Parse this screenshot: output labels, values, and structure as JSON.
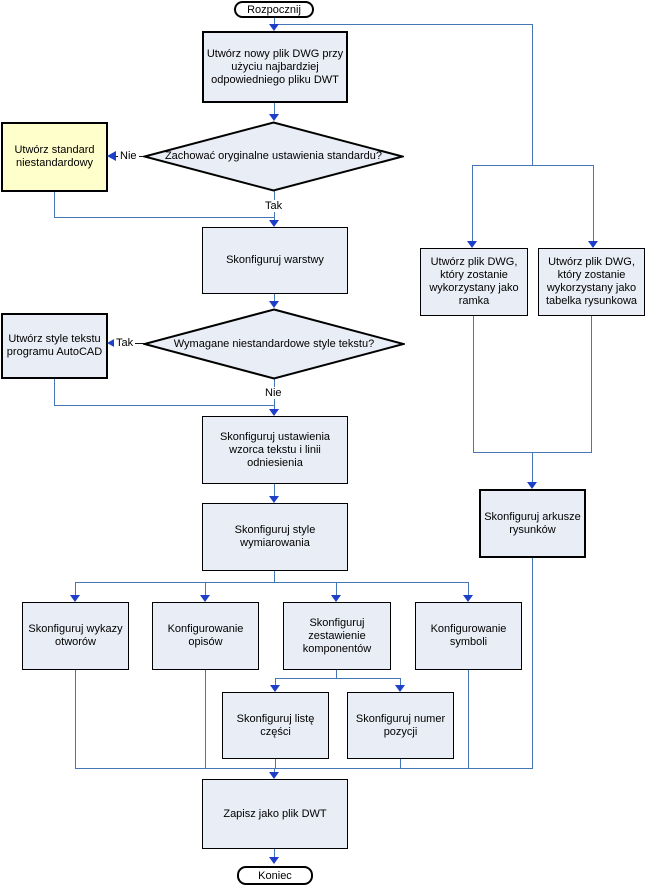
{
  "diagram": {
    "language": "pl",
    "type": "flowchart",
    "colors": {
      "process_fill": "#e9edf5",
      "highlight_fill": "#ffffcc",
      "terminator_fill": "#ffffff",
      "border": "#000000",
      "connector_line": "#4577b6",
      "arrowhead": "#1e3fc8"
    },
    "nodes": {
      "start": {
        "type": "terminator",
        "label": "Rozpocznij"
      },
      "create_dwg": {
        "type": "process",
        "label": "Utwórz nowy plik DWG przy użyciu najbardziej odpowiedniego pliku DWT"
      },
      "decision_standard": {
        "type": "decision",
        "label": "Zachować oryginalne ustawienia standardu?"
      },
      "custom_standard": {
        "type": "process",
        "label": "Utwórz standard niestandardowy"
      },
      "configure_layers": {
        "type": "process",
        "label": "Skonfiguruj warstwy"
      },
      "dwg_frame": {
        "type": "process",
        "label": "Utwórz plik DWG, który zostanie wykorzystany jako ramka"
      },
      "dwg_titleblock": {
        "type": "process",
        "label": "Utwórz plik DWG, który zostanie wykorzystany jako tabelka rysunkowa"
      },
      "decision_text_styles": {
        "type": "decision",
        "label": "Wymagane niestandardowe style tekstu?"
      },
      "autocad_text_styles": {
        "type": "process",
        "label": "Utwórz style tekstu programu AutoCAD"
      },
      "text_leader_settings": {
        "type": "process",
        "label": "Skonfiguruj ustawienia wzorca tekstu i linii odniesienia"
      },
      "dimension_styles": {
        "type": "process",
        "label": "Skonfiguruj style wymiarowania"
      },
      "drawing_sheets": {
        "type": "process",
        "label": "Skonfiguruj arkusze rysunków"
      },
      "hole_tables": {
        "type": "process",
        "label": "Skonfiguruj wykazy otworów"
      },
      "annotations": {
        "type": "process",
        "label": "Konfigurowanie opisów"
      },
      "component_list": {
        "type": "process",
        "label": "Skonfiguruj zestawienie komponentów"
      },
      "symbols": {
        "type": "process",
        "label": "Konfigurowanie symboli"
      },
      "parts_list": {
        "type": "process",
        "label": "Skonfiguruj listę części"
      },
      "item_number": {
        "type": "process",
        "label": "Skonfiguruj numer pozycji"
      },
      "save_dwt": {
        "type": "process",
        "label": "Zapisz jako plik DWT"
      },
      "end": {
        "type": "terminator",
        "label": "Koniec"
      }
    },
    "edge_labels": {
      "yes": "Tak",
      "no": "Nie"
    }
  }
}
